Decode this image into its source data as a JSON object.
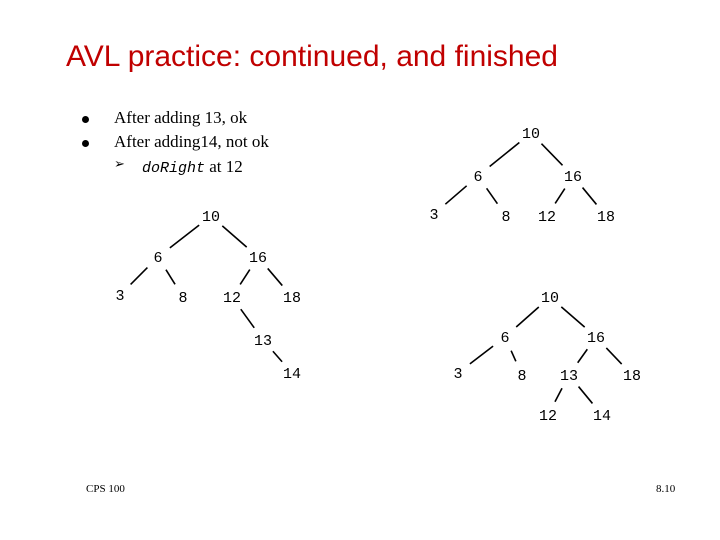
{
  "slide": {
    "title": "AVL practice: continued, and finished",
    "bullets": [
      "After adding 13, ok",
      "After adding14, not ok"
    ],
    "sub_bullet": {
      "code": "doRight",
      "tail": " at 12"
    },
    "footer_left": "CPS 100",
    "footer_right": "8.10"
  },
  "trees": {
    "top_right": {
      "nodes": [
        "10",
        "6",
        "16",
        "3",
        "8",
        "12",
        "18"
      ],
      "edges": [
        [
          0,
          1
        ],
        [
          0,
          2
        ],
        [
          1,
          3
        ],
        [
          1,
          4
        ],
        [
          2,
          5
        ],
        [
          2,
          6
        ]
      ]
    },
    "left": {
      "nodes": [
        "10",
        "6",
        "16",
        "3",
        "8",
        "12",
        "18",
        "13",
        "14"
      ],
      "edges": [
        [
          0,
          1
        ],
        [
          0,
          2
        ],
        [
          1,
          3
        ],
        [
          1,
          4
        ],
        [
          2,
          5
        ],
        [
          2,
          6
        ],
        [
          5,
          7
        ],
        [
          7,
          8
        ]
      ]
    },
    "bottom_right": {
      "nodes": [
        "10",
        "6",
        "16",
        "3",
        "8",
        "13",
        "18",
        "12",
        "14"
      ],
      "edges": [
        [
          0,
          1
        ],
        [
          0,
          2
        ],
        [
          1,
          3
        ],
        [
          1,
          4
        ],
        [
          2,
          5
        ],
        [
          2,
          6
        ],
        [
          5,
          7
        ],
        [
          5,
          8
        ]
      ]
    }
  }
}
